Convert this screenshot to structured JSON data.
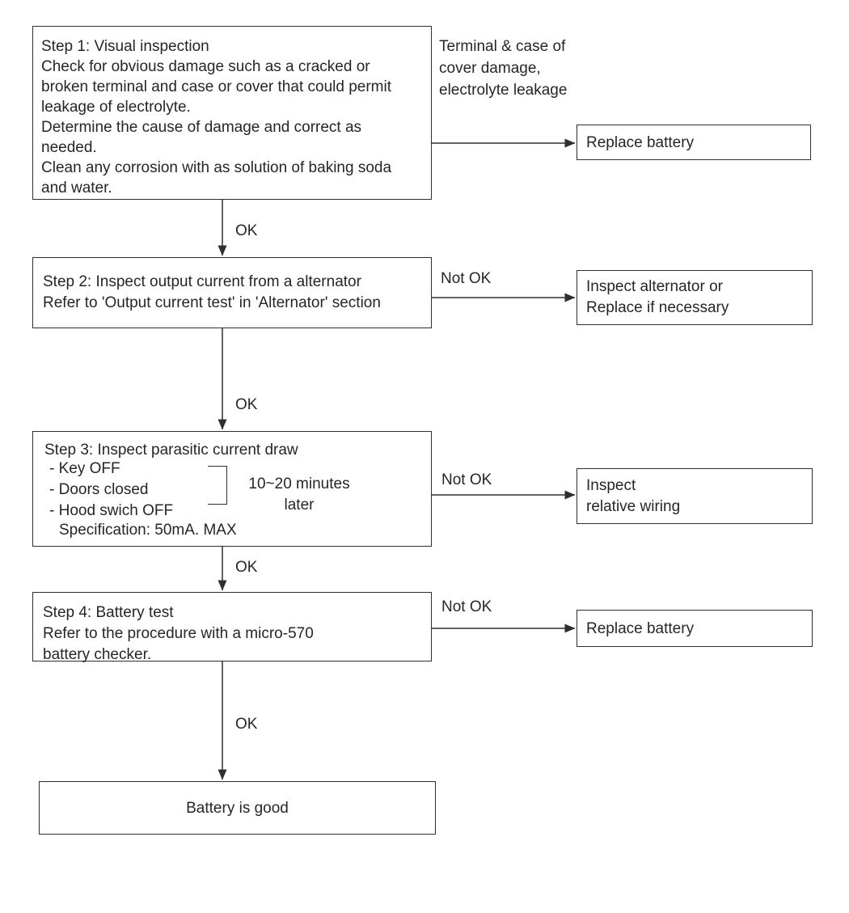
{
  "colors": {
    "line": "#2f2f2f",
    "text": "#262626",
    "background": "#ffffff"
  },
  "step1": {
    "box_lines": [
      "Step 1: Visual inspection",
      "Check for obvious damage such as a cracked or",
      "broken terminal and case or cover that could permit",
      "leakage of electrolyte.",
      "Determine the cause of damage and correct as",
      "needed.",
      "Clean any corrosion with as solution of baking soda",
      "and water."
    ],
    "side_note_lines": [
      "Terminal  &  case of",
      "cover damage,",
      "electrolyte leakage"
    ],
    "fail_target": "Replace battery",
    "ok_label": "OK"
  },
  "step2": {
    "box_lines": [
      "Step 2: Inspect output current from a alternator",
      "Refer to 'Output current test' in 'Alternator' section"
    ],
    "fail_label": "Not OK",
    "fail_target_lines": [
      "Inspect alternator or",
      "Replace if necessary"
    ],
    "ok_label": "OK"
  },
  "step3": {
    "title": "Step 3: Inspect parasitic current draw",
    "bullet_lines": [
      "- Key OFF",
      "- Doors closed",
      "- Hood swich OFF"
    ],
    "bracket_note_lines": [
      "10~20 minutes",
      "later"
    ],
    "spec_line": "Specification: 50mA. MAX",
    "fail_label": "Not OK",
    "fail_target_lines": [
      "Inspect",
      "relative wiring"
    ],
    "ok_label": "OK"
  },
  "step4": {
    "box_lines": [
      "Step 4: Battery test",
      "Refer to the procedure with a micro-570",
      "battery checker."
    ],
    "fail_label": "Not OK",
    "fail_target": "Replace battery",
    "ok_label": "OK"
  },
  "result": {
    "label": "Battery is good"
  }
}
